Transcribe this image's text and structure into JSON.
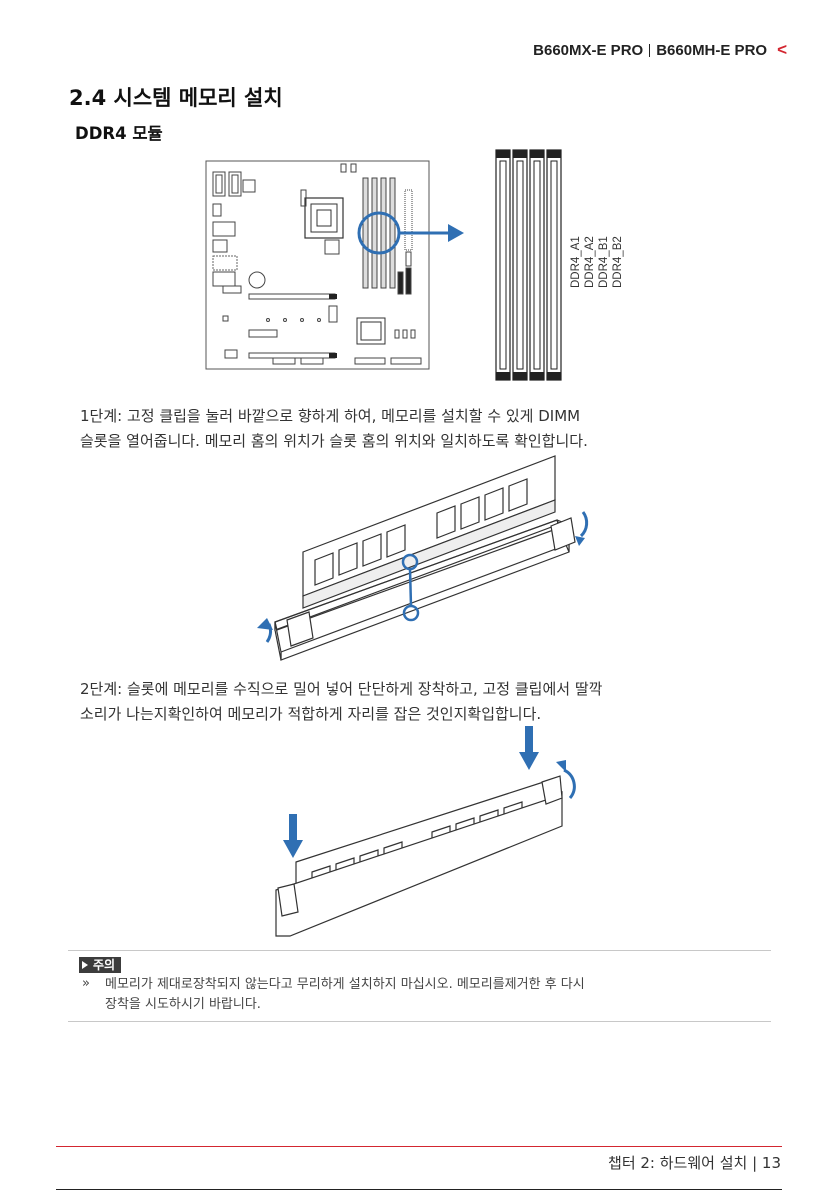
{
  "header": {
    "model_a": "B660MX-E PRO",
    "model_b": "B660MH-E PRO",
    "chevron": "<"
  },
  "section": {
    "title": "2.4 시스템 메모리 설치",
    "subtitle": "DDR4 모듈"
  },
  "board_figure": {
    "slot_labels": [
      "DDR4_A1",
      "DDR4_A2",
      "DDR4_B1",
      "DDR4_B2"
    ],
    "highlight_color": "#2f6fb3"
  },
  "step1": {
    "line1": "1단계: 고정 클립을 눌러 바깥으로 향하게 하여, 메모리를 설치할 수 있게 DIMM",
    "line2": "슬롯을 열어줍니다. 메모리 홈의 위치가 슬롯 홈의 위치와 일치하도록 확인합니다."
  },
  "step2": {
    "line1": "2단계: 슬롯에 메모리를 수직으로 밀어 넣어 단단하게 장착하고, 고정 클립에서 딸깍",
    "line2": "소리가 나는지확인하여 메모리가 적합하게 자리를 잡은 것인지확입합니다."
  },
  "note": {
    "tag": "주의",
    "bullet": "»",
    "line1": "메모리가 제대로장착되지 않는다고 무리하게 설치하지 마십시오. 메모리를제거한 후 다시",
    "line2": "장착을 시도하시기 바랍니다."
  },
  "footer": {
    "text": "챕터 2: 하드웨어 설치 | 13"
  },
  "colors": {
    "accent_red": "#d32630",
    "accent_blue": "#2f6fb3"
  }
}
